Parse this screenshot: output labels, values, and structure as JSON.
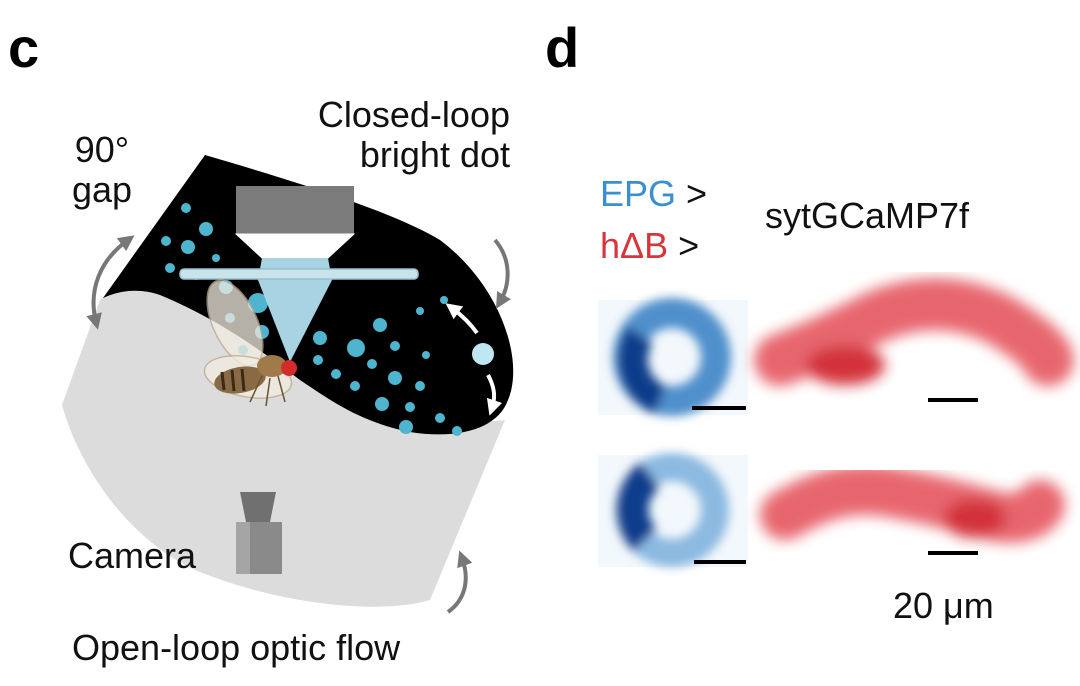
{
  "panel_c": {
    "letter": "c",
    "gap_label": [
      "90°",
      "gap"
    ],
    "closed_loop_label": [
      "Closed-loop",
      "bright dot"
    ],
    "camera_label": "Camera",
    "open_loop_label": "Open-loop optic flow"
  },
  "panel_d": {
    "letter": "d",
    "driver_line1": "EPG",
    "driver_line2": "hΔB",
    "driver_symbol": ">",
    "indicator": "sytGCaMP7f",
    "scale_label": "20 μm"
  },
  "colors": {
    "epg_text": "#3a8fd0",
    "hdb_text": "#d8353a",
    "dots": "#4fb4cd",
    "screen_black": "#000000",
    "cylinder_gray": "#dcdcdc",
    "light_cone": "#a8d3e2",
    "epg_signal": "#1d5fa6",
    "hdb_signal": "#d91f2a"
  }
}
